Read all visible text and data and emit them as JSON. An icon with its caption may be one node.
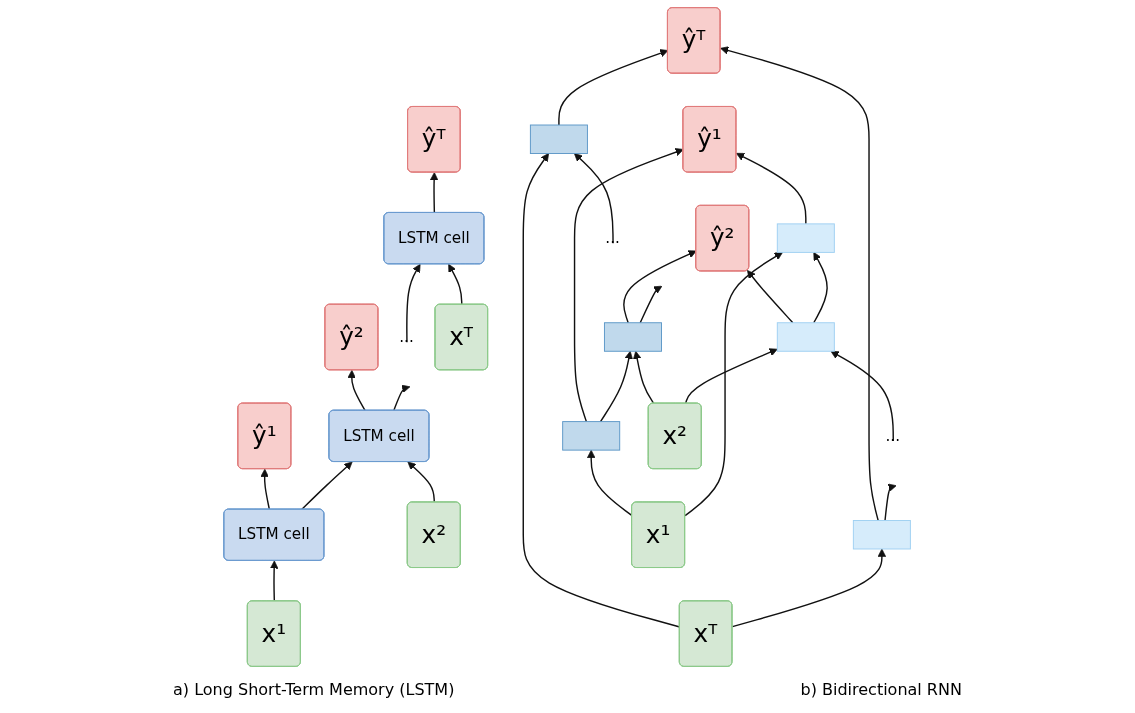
{
  "diagram": {
    "nodes": [
      {
        "text": [
          "ŷ¹"
        ]
      },
      {
        "text": [
          "ŷ²"
        ]
      },
      {
        "text": [
          "ŷᵀ"
        ]
      },
      {
        "text": [
          "LSTM cell"
        ]
      },
      {
        "text": [
          "LSTM cell"
        ]
      },
      {
        "text": [
          "..."
        ]
      },
      {
        "text": [
          "LSTM cell"
        ]
      },
      {
        "text": [
          "x¹"
        ]
      },
      {
        "text": [
          "x²"
        ]
      },
      {
        "text": [
          "xᵀ"
        ]
      },
      {
        "text": [
          "ŷ¹"
        ]
      },
      {
        "text": [
          "ŷ²"
        ]
      },
      {
        "text": [
          "ŷᵀ"
        ]
      },
      {
        "text": [],
        "shape": "box"
      },
      {
        "text": [],
        "shape": "box"
      },
      {
        "text": [
          "..."
        ]
      },
      {
        "text": [],
        "shape": "box"
      },
      {
        "text": [],
        "shape": "box"
      },
      {
        "text": [],
        "shape": "box"
      },
      {
        "text": [
          "..."
        ]
      },
      {
        "text": [],
        "shape": "box"
      },
      {
        "text": [
          "x¹"
        ]
      },
      {
        "text": [
          "x²"
        ]
      },
      {
        "text": [
          "xᵀ"
        ]
      }
    ],
    "edges": [
      {
        "from": 7,
        "to": 3,
        "arrow": "to"
      },
      {
        "from": 8,
        "to": 4,
        "arrow": "to"
      },
      {
        "from": 9,
        "to": 6,
        "arrow": "to"
      },
      {
        "from": 3,
        "to": 0,
        "arrow": "to"
      },
      {
        "from": 4,
        "to": 1,
        "arrow": "to"
      },
      {
        "from": 6,
        "to": 2,
        "arrow": "to"
      },
      {
        "from": 3,
        "to": 4,
        "arrow": "to"
      },
      {
        "from": 4,
        "to": 5,
        "arrow": "to"
      },
      {
        "from": 5,
        "to": 6,
        "arrow": "to"
      },
      {
        "from": 21,
        "to": 17,
        "arrow": "to"
      },
      {
        "from": 21,
        "to": 13,
        "arrow": "to"
      },
      {
        "from": 22,
        "to": 18,
        "arrow": "to"
      },
      {
        "from": 22,
        "to": 14,
        "arrow": "to"
      },
      {
        "from": 23,
        "to": 20,
        "arrow": "to"
      },
      {
        "from": 23,
        "to": 16,
        "arrow": "to"
      },
      {
        "from": 17,
        "to": 10,
        "arrow": "to"
      },
      {
        "from": 13,
        "to": 10,
        "arrow": "to"
      },
      {
        "from": 18,
        "to": 11,
        "arrow": "to"
      },
      {
        "from": 14,
        "to": 11,
        "arrow": "to"
      },
      {
        "from": 20,
        "to": 12,
        "arrow": "to"
      },
      {
        "from": 16,
        "to": 12,
        "arrow": "to"
      },
      {
        "from": 17,
        "to": 18,
        "arrow": "to"
      },
      {
        "from": 18,
        "to": 19,
        "arrow": "to"
      },
      {
        "from": 19,
        "to": 20,
        "arrow": "to"
      },
      {
        "from": 16,
        "to": 15,
        "arrow": "to"
      },
      {
        "from": 15,
        "to": 14,
        "arrow": "to"
      },
      {
        "from": 14,
        "to": 13,
        "arrow": "to"
      }
    ],
    "labels": [
      "a) Long Short-Term Memory (LSTM)",
      "b) Bidirectional RNN"
    ]
  }
}
